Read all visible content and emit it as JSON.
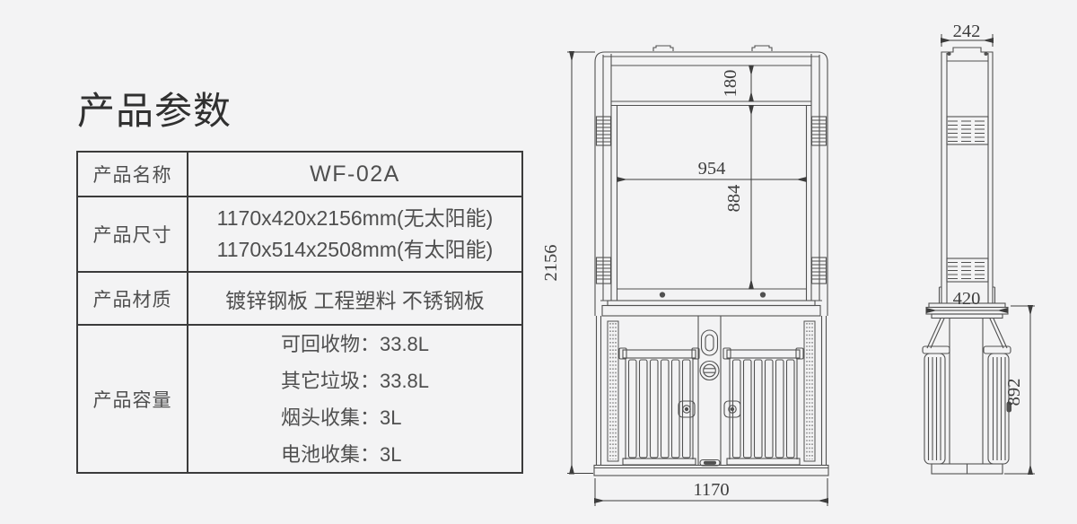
{
  "title": "产品参数",
  "colors": {
    "background": "#f3f3f4",
    "drawing_line": "#515151",
    "table_border": "#3b3b3b",
    "text": "#4f4f4f"
  },
  "table": {
    "rows": [
      {
        "label": "产品名称",
        "lines": [
          "WF-02A"
        ]
      },
      {
        "label": "产品尺寸",
        "lines": [
          "1170x420x2156mm(无太阳能)",
          "1170x514x2508mm(有太阳能)"
        ]
      },
      {
        "label": "产品材质",
        "lines": [
          "镀锌钢板 工程塑料 不锈钢板"
        ]
      },
      {
        "label": "产品容量",
        "lines": [
          "可回收物：33.8L",
          "其它垃圾：33.8L",
          "烟头收集：3L",
          "电池收集：3L"
        ]
      }
    ]
  },
  "drawing": {
    "front_view": {
      "dims": {
        "overall_height": "2156",
        "overall_width": "1170",
        "panel_width": "954",
        "panel_height": "884",
        "top_band_height": "180"
      }
    },
    "side_view": {
      "dims": {
        "top_width": "242",
        "shelf_width": "420",
        "bin_section_height": "892"
      }
    }
  }
}
